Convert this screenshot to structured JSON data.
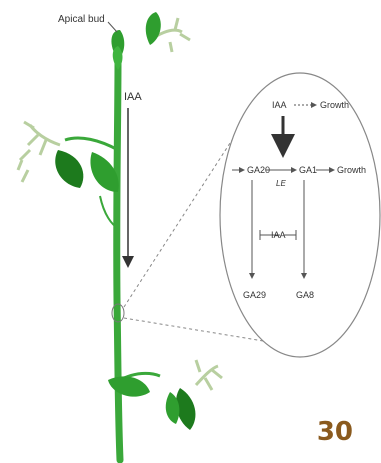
{
  "plant": {
    "apical_bud_label": "Apical bud",
    "iaa_label": "IAA"
  },
  "inset": {
    "iaa_label": "IAA",
    "growth_top": "Growth",
    "ga20": "GA20",
    "ga1": "GA1",
    "growth_right": "Growth",
    "enzyme": "LE",
    "iaa_inhibit": "IAA",
    "ga29": "GA29",
    "ga8": "GA8"
  },
  "page_number": "30",
  "colors": {
    "leaf": "#2f9e2f",
    "leaf_dark": "#1d7a1d",
    "stem": "#3aa83a",
    "tendril": "#b8cfa0",
    "text": "#333333",
    "page_number": "#8a5a1e"
  }
}
